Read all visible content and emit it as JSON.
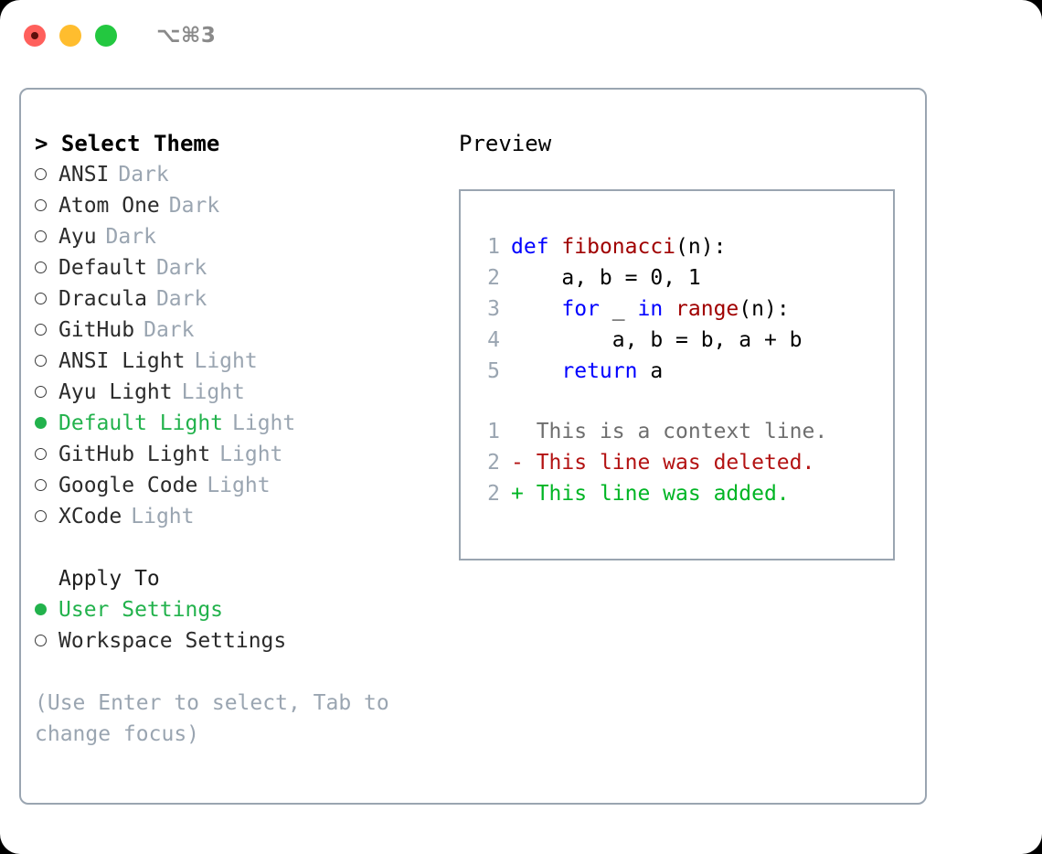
{
  "titlebar": {
    "shortcut": "⌥⌘3",
    "lights": [
      {
        "name": "close",
        "color": "#ff605c"
      },
      {
        "name": "minimize",
        "color": "#ffbd2e"
      },
      {
        "name": "maximize",
        "color": "#23c840"
      }
    ]
  },
  "left": {
    "header": "> Select Theme",
    "themes": [
      {
        "selected": false,
        "label": "ANSI",
        "tag": "Dark"
      },
      {
        "selected": false,
        "label": "Atom One",
        "tag": "Dark"
      },
      {
        "selected": false,
        "label": "Ayu",
        "tag": "Dark"
      },
      {
        "selected": false,
        "label": "Default",
        "tag": "Dark"
      },
      {
        "selected": false,
        "label": "Dracula",
        "tag": "Dark"
      },
      {
        "selected": false,
        "label": "GitHub",
        "tag": "Dark"
      },
      {
        "selected": false,
        "label": "ANSI Light",
        "tag": "Light"
      },
      {
        "selected": false,
        "label": "Ayu Light",
        "tag": "Light"
      },
      {
        "selected": true,
        "label": "Default Light",
        "tag": "Light"
      },
      {
        "selected": false,
        "label": "GitHub Light",
        "tag": "Light"
      },
      {
        "selected": false,
        "label": "Google Code",
        "tag": "Light"
      },
      {
        "selected": false,
        "label": "XCode",
        "tag": "Light"
      }
    ],
    "apply_to_header": "Apply To",
    "apply_to": [
      {
        "selected": true,
        "label": "User Settings"
      },
      {
        "selected": false,
        "label": "Workspace Settings"
      }
    ],
    "hint": "(Use Enter to select, Tab to change focus)"
  },
  "right": {
    "preview_title": "Preview",
    "code_lines": [
      {
        "num": "1",
        "tokens": [
          {
            "text": "def",
            "type": "keyword"
          },
          {
            "text": " ",
            "type": "plain"
          },
          {
            "text": "fibonacci",
            "type": "function"
          },
          {
            "text": "(n):",
            "type": "plain"
          }
        ]
      },
      {
        "num": "2",
        "tokens": [
          {
            "text": "    a, b = 0, 1",
            "type": "plain"
          }
        ]
      },
      {
        "num": "3",
        "tokens": [
          {
            "text": "    ",
            "type": "plain"
          },
          {
            "text": "for",
            "type": "keyword"
          },
          {
            "text": " _ ",
            "type": "plain"
          },
          {
            "text": "in",
            "type": "keyword"
          },
          {
            "text": " ",
            "type": "plain"
          },
          {
            "text": "range",
            "type": "function"
          },
          {
            "text": "(n):",
            "type": "plain"
          }
        ]
      },
      {
        "num": "4",
        "tokens": [
          {
            "text": "        a, b = b, a + b",
            "type": "plain"
          }
        ]
      },
      {
        "num": "5",
        "tokens": [
          {
            "text": "    ",
            "type": "plain"
          },
          {
            "text": "return",
            "type": "keyword"
          },
          {
            "text": " a",
            "type": "plain"
          }
        ]
      }
    ],
    "diff_lines": [
      {
        "num": "1",
        "marker": "  ",
        "text": "This is a context line.",
        "kind": "context"
      },
      {
        "num": "2",
        "marker": "- ",
        "text": "This line was deleted.",
        "kind": "deleted"
      },
      {
        "num": "2",
        "marker": "+ ",
        "text": "This line was added.",
        "kind": "added"
      }
    ]
  },
  "colors": {
    "accent_green": "#22b24c",
    "muted": "#9aa5b1",
    "keyword_blue": "#0000ff",
    "function_red": "#a00000",
    "diff_deleted": "#b31212",
    "diff_added": "#00b524",
    "border": "#9aa5b1"
  }
}
